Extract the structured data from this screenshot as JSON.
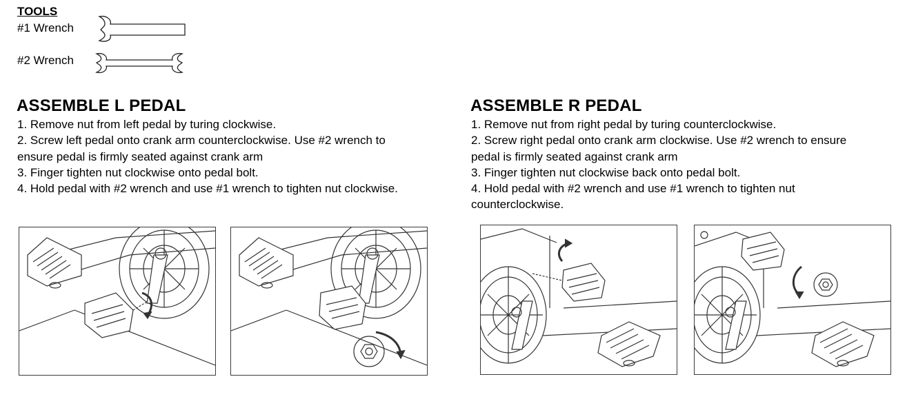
{
  "tools": {
    "heading": "TOOLS",
    "items": [
      {
        "label": "#1 Wrench",
        "icon": "open-end-wrench-icon"
      },
      {
        "label": "#2 Wrench",
        "icon": "double-end-wrench-icon"
      }
    ]
  },
  "left_section": {
    "title": "ASSEMBLE L PEDAL",
    "steps": [
      "1. Remove nut from left pedal by turing clockwise.",
      "2. Screw left pedal onto crank arm counterclockwise. Use #2 wrench to",
      "ensure pedal is firmly seated against crank arm",
      "3. Finger tighten nut clockwise onto pedal bolt.",
      "4. Hold pedal with #2 wrench and use #1 wrench to tighten nut clockwise."
    ],
    "figures": [
      "left-pedal-attach-figure",
      "left-pedal-nut-figure"
    ]
  },
  "right_section": {
    "title": "ASSEMBLE R PEDAL",
    "steps": [
      "1. Remove nut from right pedal by turing counterclockwise.",
      "2. Screw right pedal onto crank arm clockwise. Use #2 wrench to ensure",
      "pedal is firmly seated against crank arm",
      "3. Finger tighten nut clockwise back onto pedal bolt.",
      "4. Hold pedal with #2 wrench and use #1 wrench to tighten nut",
      "counterclockwise."
    ],
    "figures": [
      "right-pedal-attach-figure",
      "right-pedal-nut-figure"
    ]
  },
  "colors": {
    "ink": "#000000",
    "line": "#3a3a3a",
    "background": "#ffffff"
  }
}
